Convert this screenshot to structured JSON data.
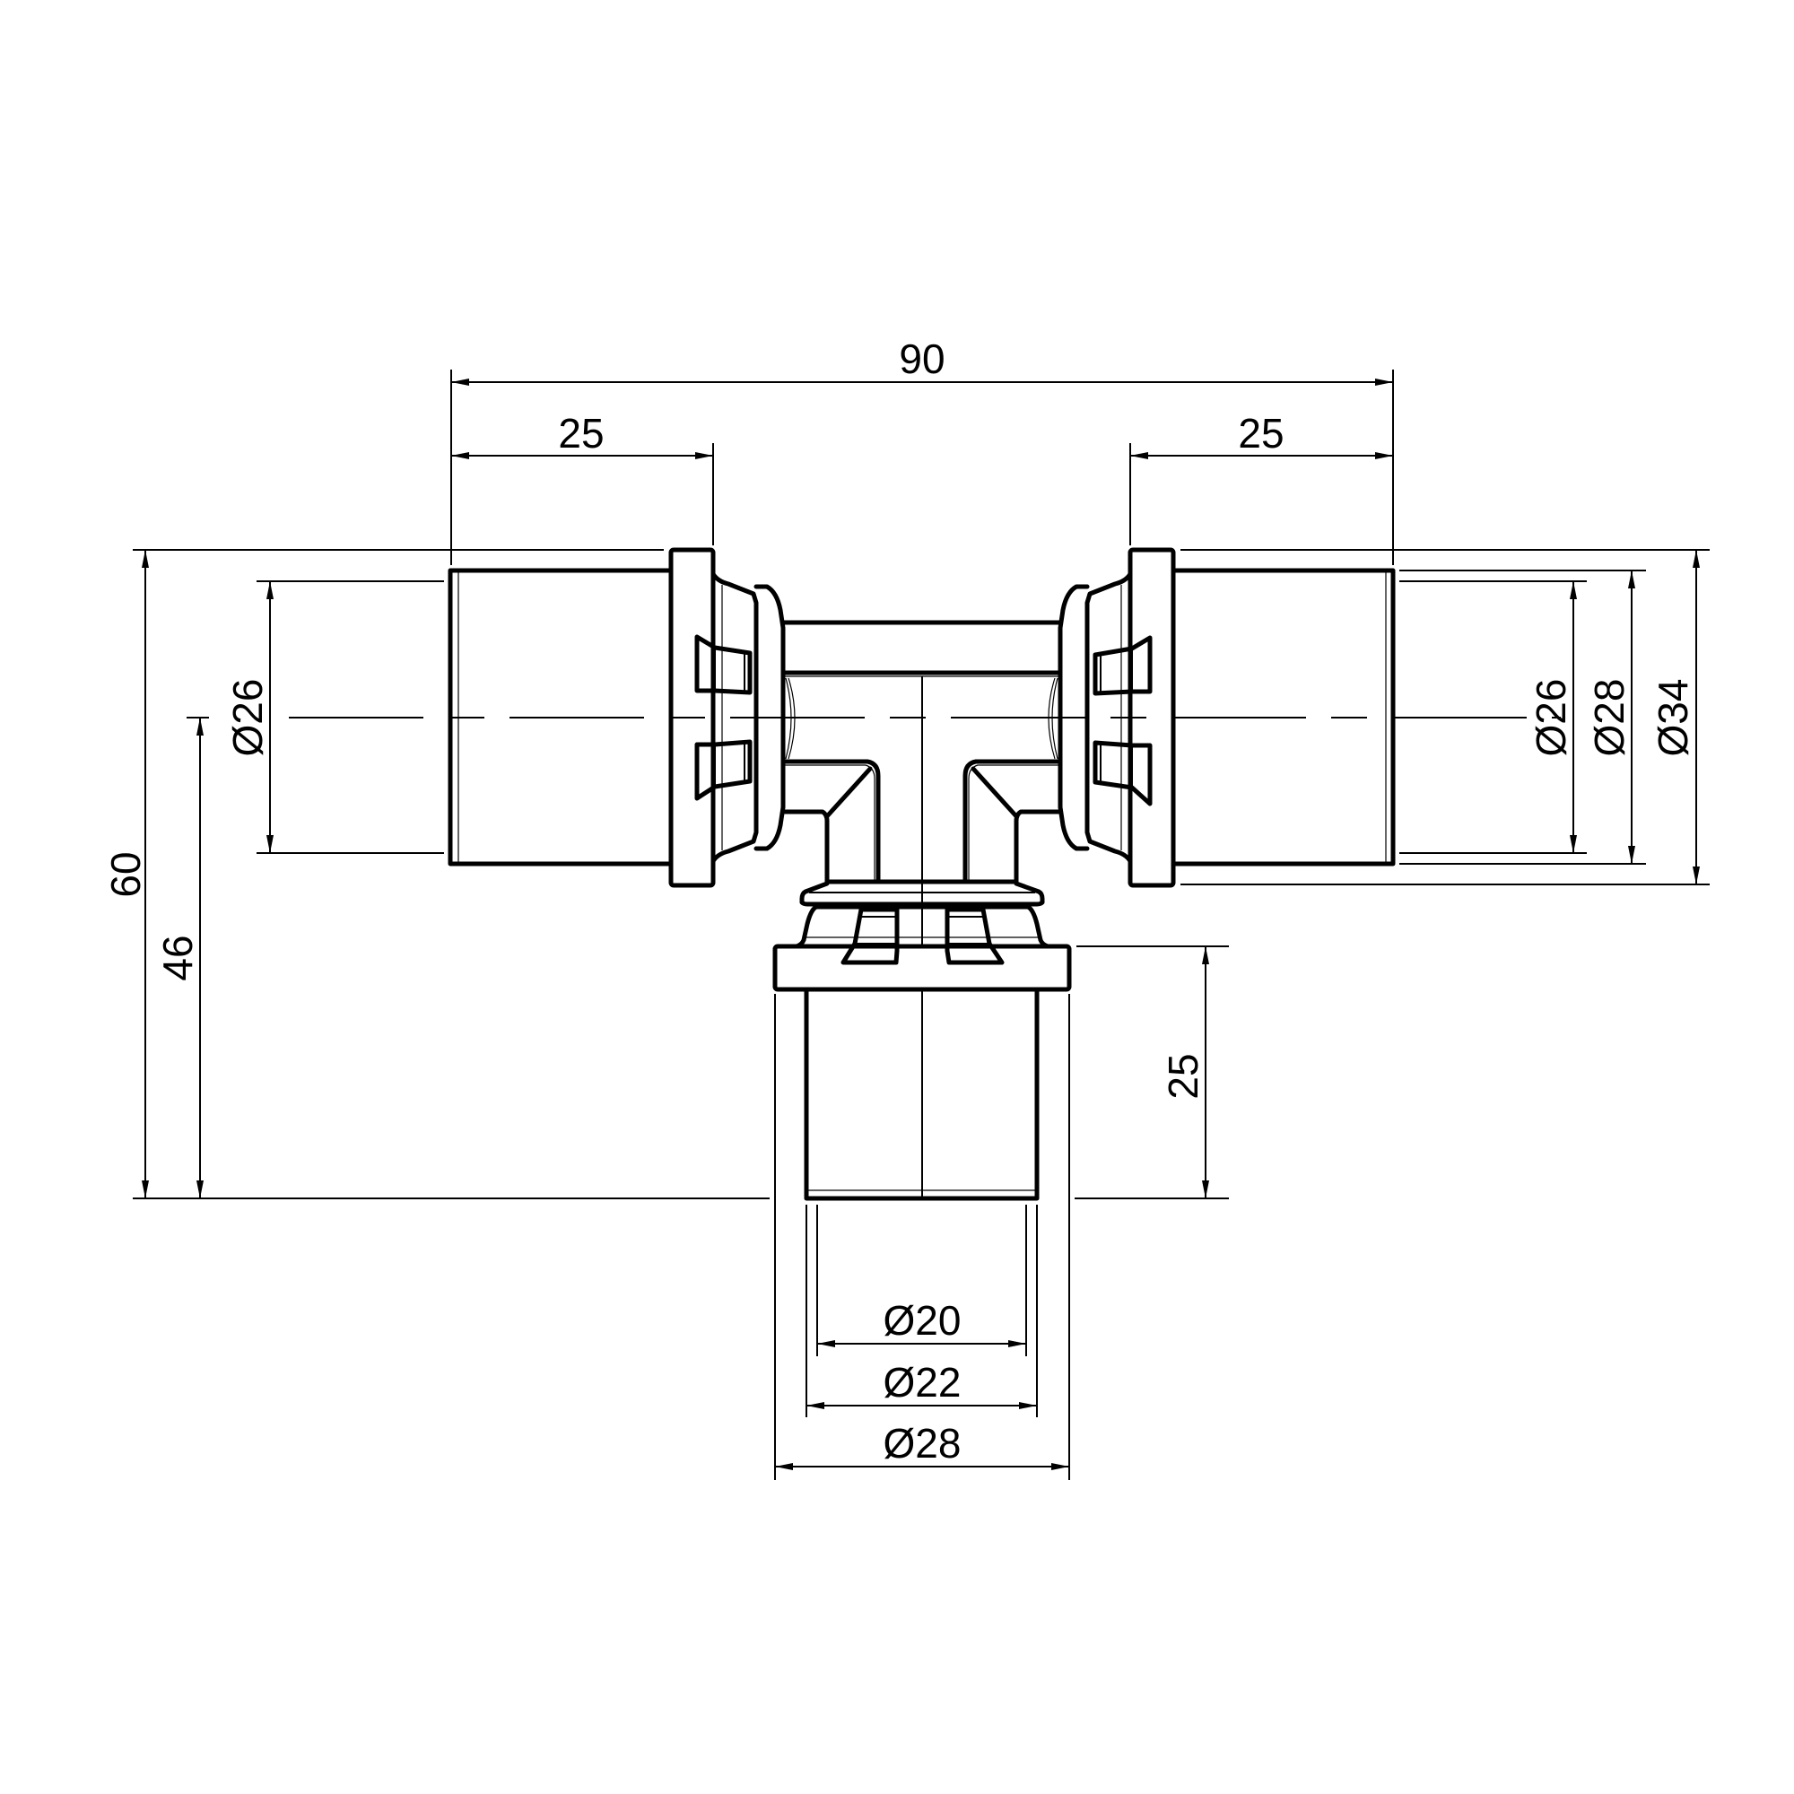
{
  "drawing": {
    "subject": "Press-fit tee fitting, technical drawing",
    "colors": {
      "line": "#000000",
      "background": "#ffffff"
    }
  },
  "dimensions": {
    "overall_length": {
      "label": "90",
      "value": 90
    },
    "left_socket_length": {
      "label": "25",
      "value": 25
    },
    "right_socket_length": {
      "label": "25",
      "value": 25
    },
    "branch_socket_length": {
      "label": "25",
      "value": 25
    },
    "overall_height": {
      "label": "60",
      "value": 60
    },
    "axis_height": {
      "label": "46",
      "value": 46
    },
    "left_diameter": {
      "label": "Ø26",
      "value": 26
    },
    "right_diameters": [
      {
        "label": "Ø26",
        "value": 26
      },
      {
        "label": "Ø28",
        "value": 28
      },
      {
        "label": "Ø34",
        "value": 34
      }
    ],
    "branch_diameters": [
      {
        "label": "Ø20",
        "value": 20
      },
      {
        "label": "Ø22",
        "value": 22
      },
      {
        "label": "Ø28",
        "value": 28
      }
    ]
  }
}
